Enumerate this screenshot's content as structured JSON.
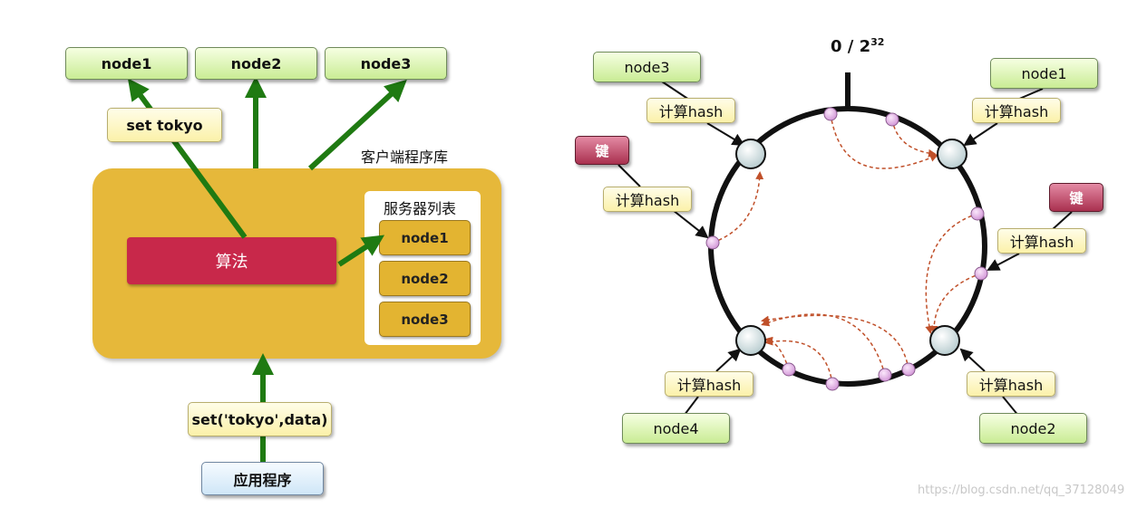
{
  "left": {
    "nodes": [
      "node1",
      "node2",
      "node3"
    ],
    "set_key_label": "set tokyo",
    "library_label": "客户端程序库",
    "algorithm_label": "算法",
    "server_list_title": "服务器列表",
    "server_list": [
      "node1",
      "node2",
      "node3"
    ],
    "call_label": "set('tokyo',data)",
    "app_label": "应用程序"
  },
  "right": {
    "ring_label_base": "0 / 2",
    "ring_label_exp": "32",
    "nodes": {
      "n1": "node1",
      "n2": "node2",
      "n3": "node3",
      "n4": "node4"
    },
    "hash_label": "计算hash",
    "key_label": "键"
  },
  "watermark": "https://blog.csdn.net/qq_37128049",
  "colors": {
    "arrow": "#1f7a12",
    "algorithm": "#c8284a",
    "library": "#e6b83a",
    "dashed": "#c0502a"
  }
}
